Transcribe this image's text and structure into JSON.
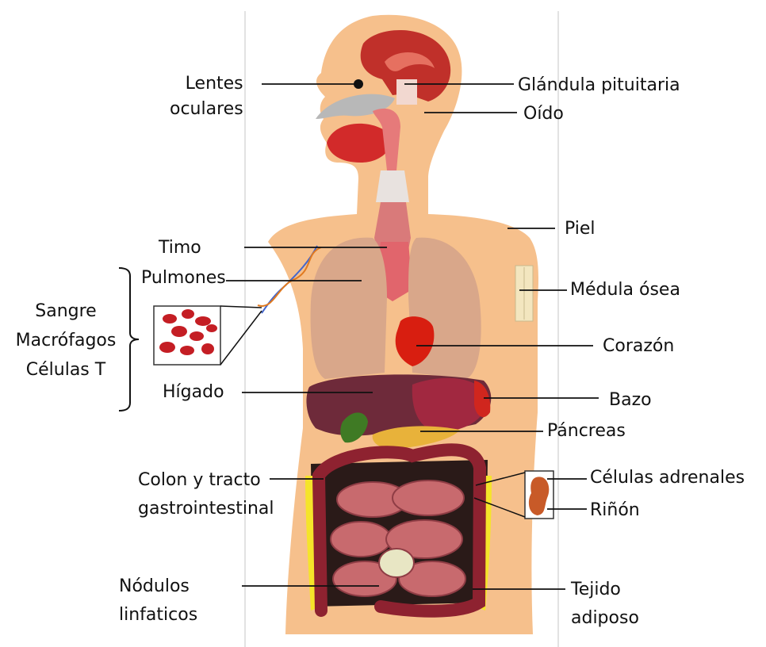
{
  "diagram": {
    "labels": {
      "lentes": "Lentes\noculares",
      "pituitaria": "Glándula pituitaria",
      "oido": "Oído",
      "piel": "Piel",
      "timo": "Timo",
      "pulmones": "Pulmones",
      "medula": "Médula ósea",
      "sangre_group": "Sangre\nMacrófagos\nCélulas T",
      "corazon": "Corazón",
      "higado": "Hígado",
      "bazo": "Bazo",
      "pancreas": "Páncreas",
      "colon": "Colon y tracto\ngastrointestinal",
      "adrenales": "Células adrenales",
      "rinon": "Riñón",
      "nodulos": "Nódulos\nlinfaticos",
      "tejido": "Tejido\nadiposo"
    },
    "colors": {
      "skin": "#f6c08c",
      "lung": "#d9a78a",
      "liver": "#6e2a3a",
      "intestine": "#b84a52",
      "colon": "#8e2230",
      "heart": "#d81e10",
      "brain": "#c0302a",
      "blood": "#c41e24",
      "fat": "#f5e42a"
    }
  }
}
